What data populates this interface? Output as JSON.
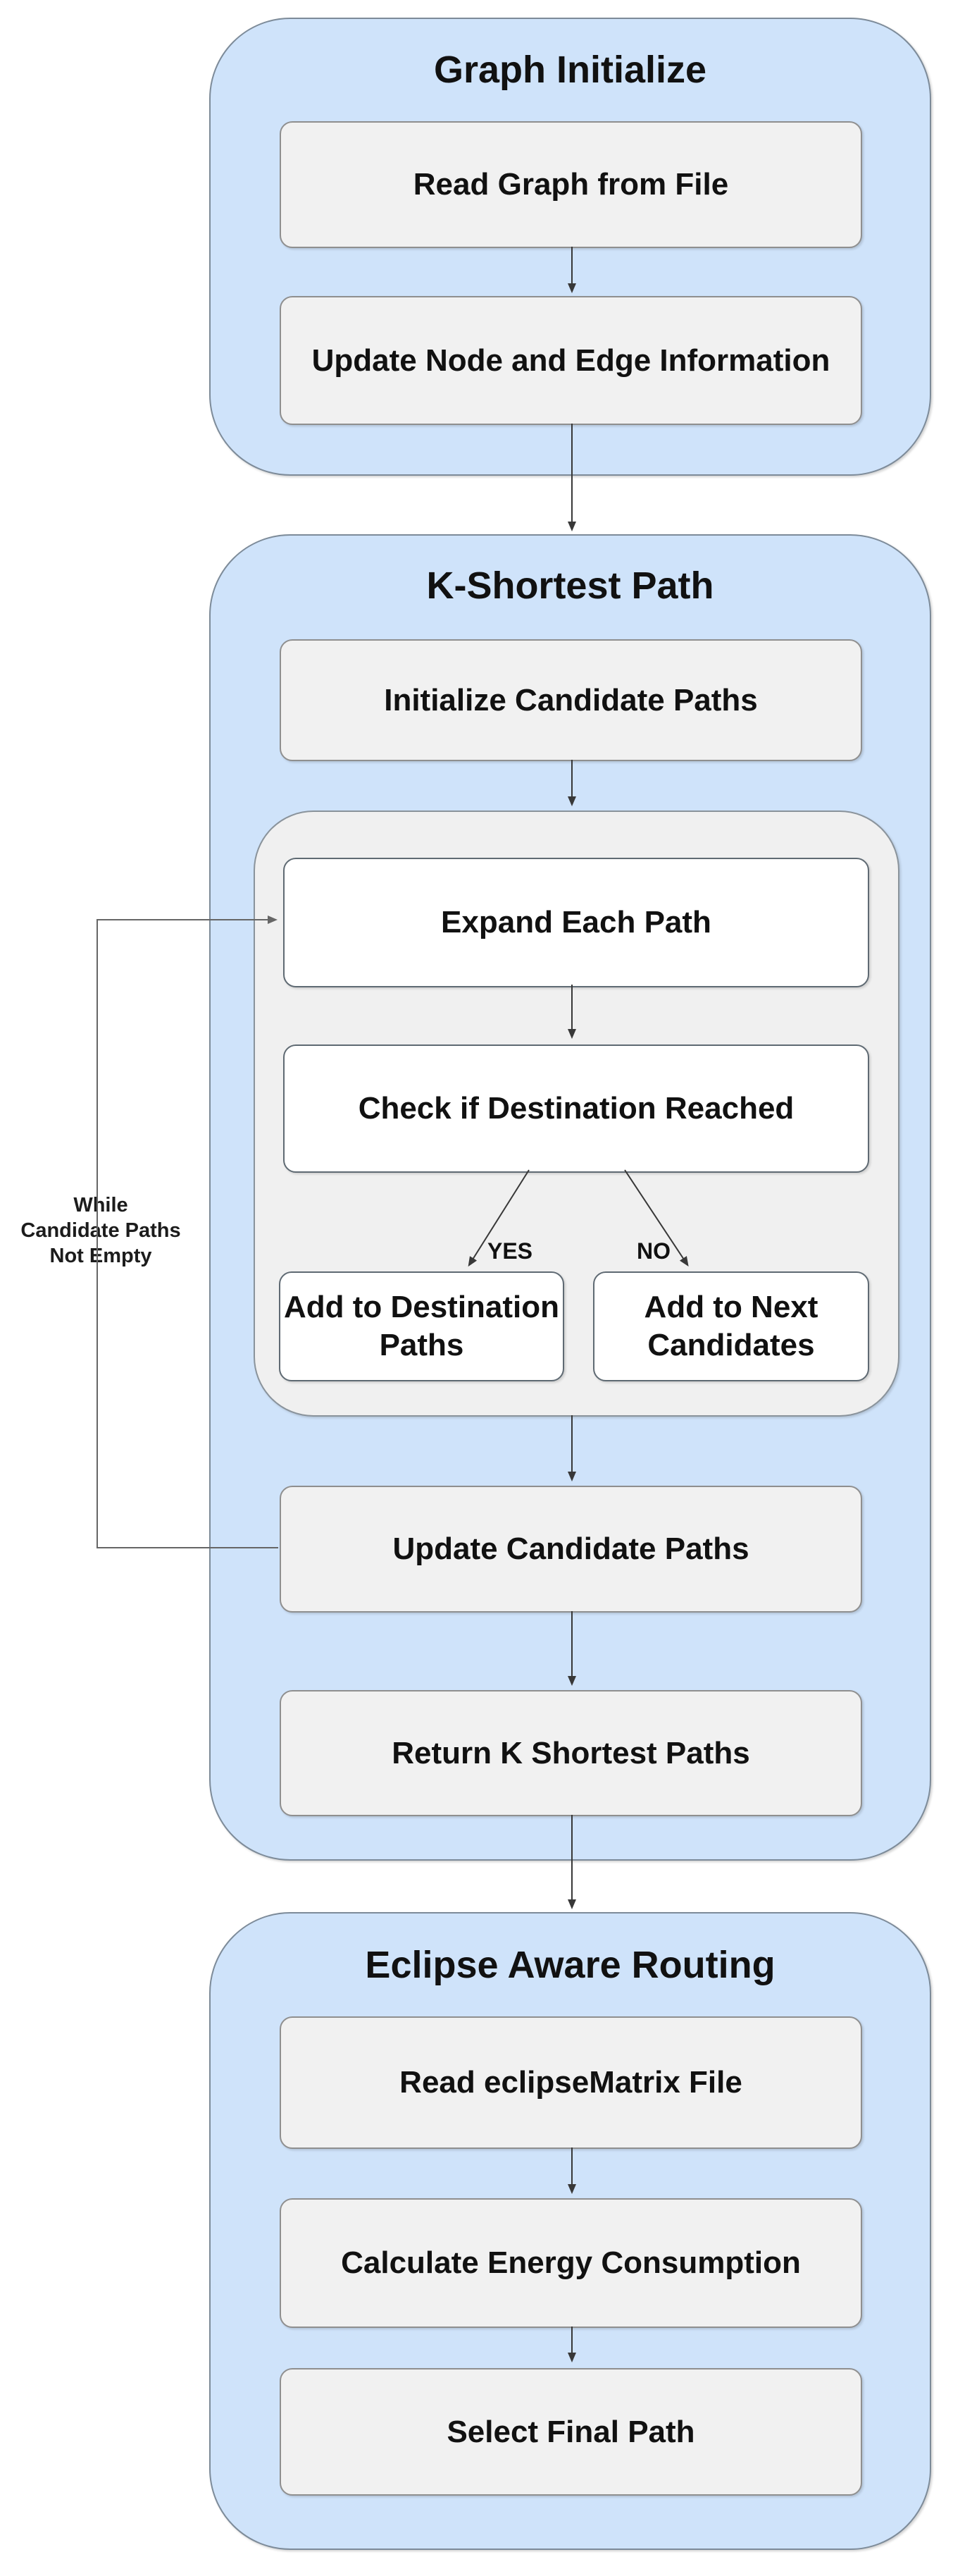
{
  "colors": {
    "canvas_bg": "#ffffff",
    "container_fill": "#cfe3fa",
    "container_stroke": "#7d8b99",
    "box_fill": "#f1f1f1",
    "box_stroke": "#8f8f8f",
    "inner_fill": "#f0f0f0",
    "inner_stroke": "#8a939b",
    "white_fill": "#ffffff",
    "white_stroke": "#5f6a73",
    "arrow": "#383838",
    "loop_line": "#666666",
    "text": "#111111"
  },
  "flowchart": {
    "sections": [
      {
        "title": "Graph Initialize",
        "steps": [
          "Read Graph from File",
          "Update Node and Edge Information"
        ]
      },
      {
        "title": "K-Shortest Path",
        "steps": [
          "Initialize Candidate Paths",
          "Update Candidate Paths",
          "Return K Shortest Paths"
        ],
        "loop_body": {
          "steps": [
            "Expand Each Path",
            "Check if Destination Reached",
            "Add to Destination Paths",
            "Add to Next Candidates"
          ],
          "branch_yes": "YES",
          "branch_no": "NO"
        },
        "loop_condition": "While\nCandidate Paths\nNot Empty"
      },
      {
        "title": "Eclipse Aware Routing",
        "steps": [
          "Read eclipseMatrix File",
          "Calculate Energy Consumption",
          "Select Final Path"
        ]
      }
    ]
  }
}
